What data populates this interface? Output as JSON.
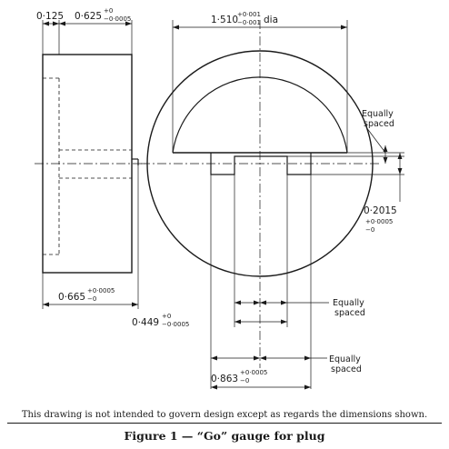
{
  "side_view": {
    "width_dim": {
      "value": "0·125"
    },
    "spigot_dim": {
      "value": "0·625",
      "tol_upper": "+0",
      "tol_lower": "−0·0005"
    },
    "overall_dim": {
      "value": "0·665",
      "tol_upper": "+0·0005",
      "tol_lower": "−0"
    }
  },
  "front_view": {
    "diameter_dim": {
      "value": "1·510",
      "tol_upper": "+0·001",
      "tol_lower": "−0·001",
      "suffix": "dia"
    },
    "flat_note": {
      "line1": "Equally",
      "line2": "spaced"
    },
    "step_dim": {
      "value": "0·2015",
      "tol_upper": "+0·0005",
      "tol_lower": "−0"
    },
    "slot_dim": {
      "value": "0·449",
      "tol_upper": "+0",
      "tol_lower": "−0·0005"
    },
    "slot_note": {
      "line1": "Equally",
      "line2": "spaced"
    },
    "span_dim": {
      "value": "0·863",
      "tol_upper": "+0·0005",
      "tol_lower": "−0"
    },
    "span_note": {
      "line1": "Equally",
      "line2": "spaced"
    }
  },
  "disclaimer": "This drawing is not intended to govern design except as regards the dimensions shown.",
  "caption": "Figure 1 — “Go” gauge for plug"
}
